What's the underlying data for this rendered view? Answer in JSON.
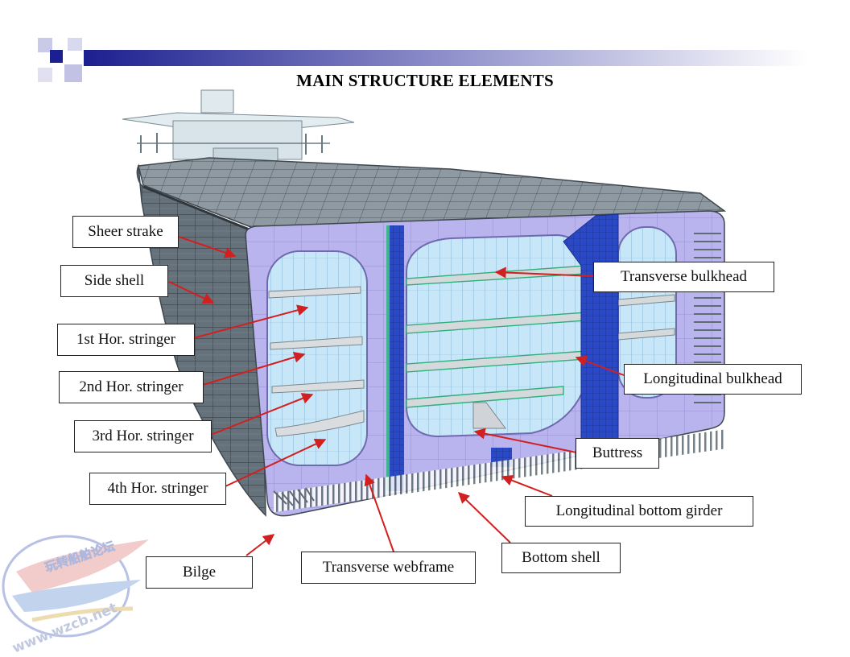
{
  "title": "MAIN STRUCTURE ELEMENTS",
  "labels": {
    "sheer_strake": "Sheer strake",
    "side_shell": "Side shell",
    "hor_stringer_1": "1st Hor. stringer",
    "hor_stringer_2": "2nd Hor. stringer",
    "hor_stringer_3": "3rd Hor. stringer",
    "hor_stringer_4": "4th Hor. stringer",
    "bilge": "Bilge",
    "transverse_webframe": "Transverse webframe",
    "bottom_shell": "Bottom shell",
    "longitudinal_bottom_girder": "Longitudinal bottom girder",
    "buttress": "Buttress",
    "longitudinal_bulkhead": "Longitudinal bulkhead",
    "transverse_bulkhead": "Transverse bulkhead"
  },
  "watermark": {
    "forum_text": "玩转船舶论坛",
    "url": "www.wzcb.net"
  },
  "colors": {
    "arrow": "#d21f1f",
    "hull_grey": "#5f6b74",
    "web_lavender": "#b9b3ee",
    "bulkhead_blue": "#2a49c9",
    "panel_blue": "#bfe0f5"
  }
}
